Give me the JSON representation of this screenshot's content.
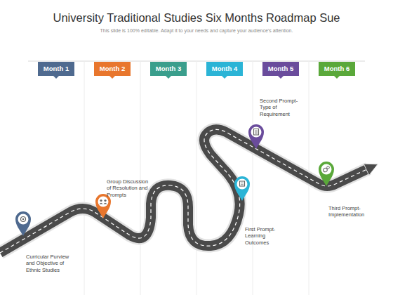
{
  "diagram": {
    "title": "University Traditional Studies Six Months Roadmap Sue",
    "nodes": [
      {
        "text": [
          "Month 1"
        ]
      },
      {
        "text": [
          "Month 2"
        ]
      },
      {
        "text": [
          "Month 3"
        ]
      },
      {
        "text": [
          "Month 4"
        ]
      },
      {
        "text": [
          "Month 5"
        ]
      },
      {
        "text": [
          "Month 6"
        ]
      }
    ],
    "labels": [
      "This slide is 100% editable. Adapt it to your needs and capture your audience's attention.",
      "Curricular Purview and Objective of Ethnic Studies",
      "Group Discussion of Resolution and Prompts",
      "First Prompt-Learning Outcomes",
      "Second Prompt-Type of Requirement",
      "Third Prompt-Implementation"
    ]
  }
}
